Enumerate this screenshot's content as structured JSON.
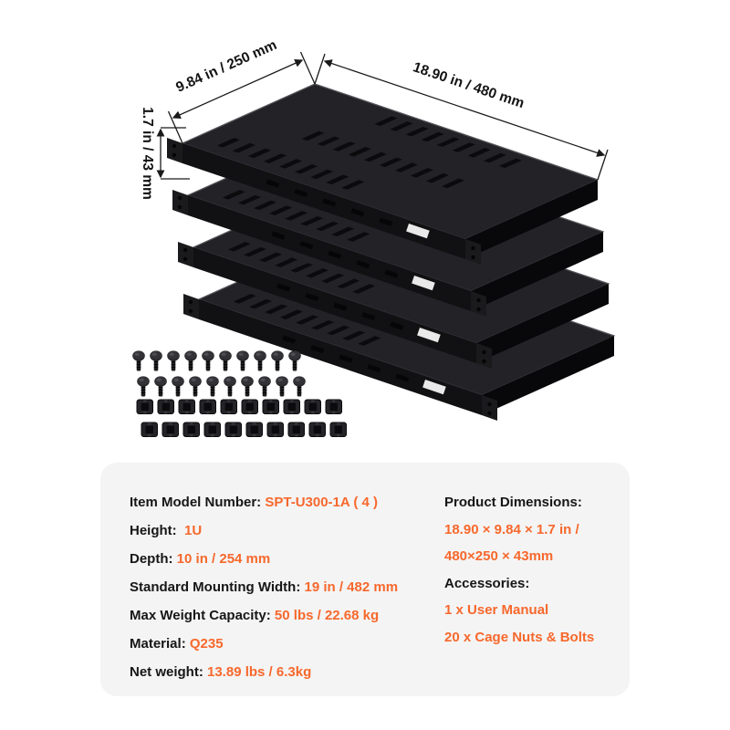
{
  "colors": {
    "accent": "#f7682c",
    "card_bg": "#f4f4f4",
    "text": "#161616",
    "product": "#1b1b1e"
  },
  "product": {
    "dim_depth": "9.84 in / 250 mm",
    "dim_width": "18.90 in / 480 mm",
    "dim_height": "1.7 in / 43 mm",
    "shelf_count": 4,
    "screw_count": 20,
    "cage_nut_count": 20
  },
  "card": {
    "left": [
      {
        "label": "Item Model Number: ",
        "value": "SPT-U300-1A ( 4 )"
      },
      {
        "label": "Height:  ",
        "value": "1U"
      },
      {
        "label": "Depth: ",
        "value": "10 in / 254 mm"
      },
      {
        "label": "Standard Mounting Width: ",
        "value": "19 in / 482 mm"
      },
      {
        "label": "Max Weight Capacity: ",
        "value": "50 lbs / 22.68 kg"
      },
      {
        "label": "Material: ",
        "value": "Q235"
      },
      {
        "label": "Net weight: ",
        "value": "13.89 lbs / 6.3kg"
      }
    ],
    "right": [
      {
        "text": "Product Dimensions:",
        "kind": "label"
      },
      {
        "text": "18.90 × 9.84 × 1.7 in /",
        "kind": "value"
      },
      {
        "text": "480×250 × 43mm",
        "kind": "value"
      },
      {
        "text": "Accessories:",
        "kind": "label"
      },
      {
        "text": "1 x User Manual",
        "kind": "value"
      },
      {
        "text": "20 x Cage Nuts & Bolts",
        "kind": "value"
      }
    ]
  }
}
